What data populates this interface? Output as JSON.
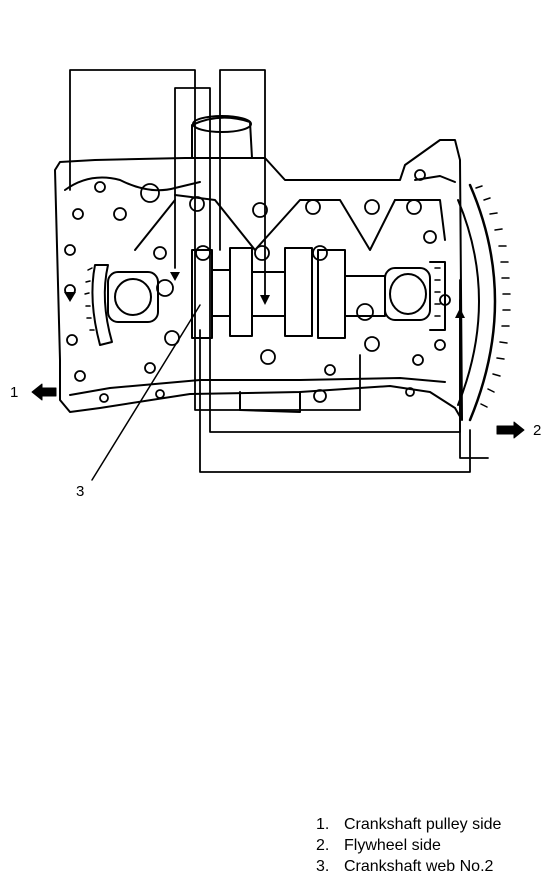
{
  "callouts": {
    "c1": "1",
    "c2": "2",
    "c3": "3"
  },
  "legend": [
    {
      "num": "1.",
      "text": "Crankshaft pulley side"
    },
    {
      "num": "2.",
      "text": "Flywheel side"
    },
    {
      "num": "3.",
      "text": "Crankshaft web No.2"
    }
  ]
}
